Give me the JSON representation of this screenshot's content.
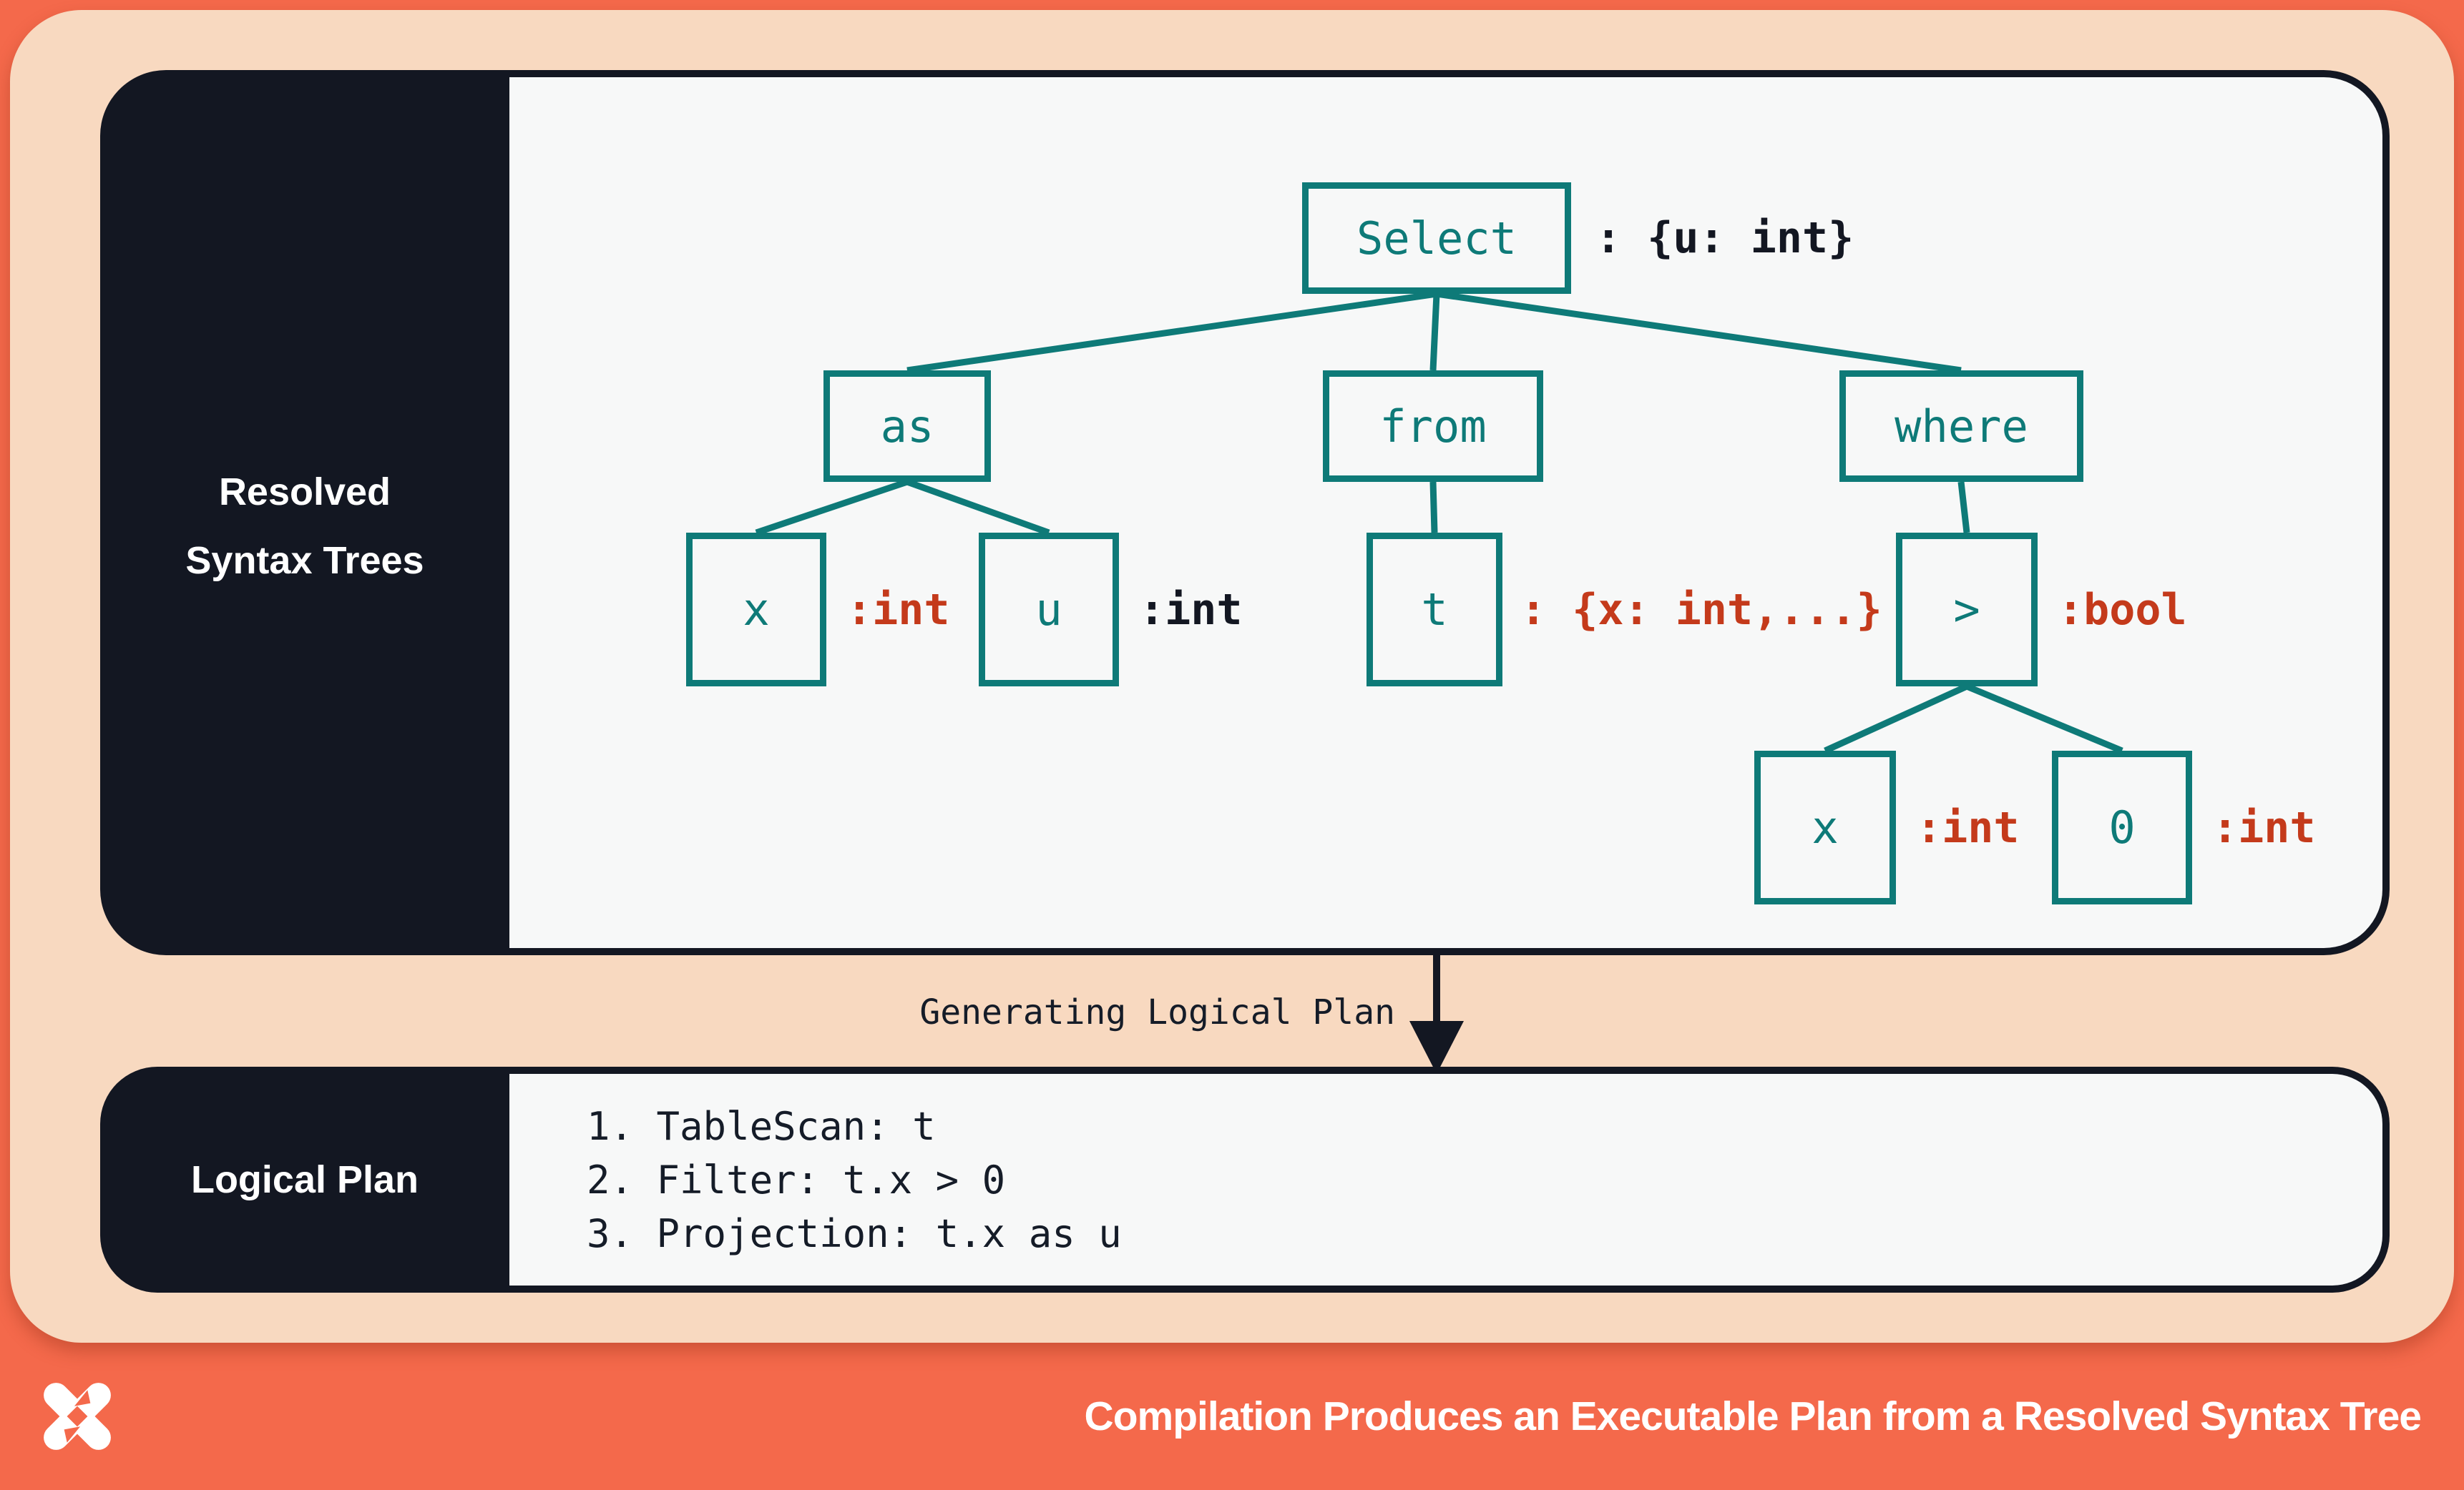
{
  "colors": {
    "background_orange": "#f4694b",
    "panel_peach": "#f8d9c0",
    "card_dark": "#131722",
    "card_body_white": "#f7f8f8",
    "node_teal": "#0e7a78",
    "type_red": "#c43a1b",
    "type_dark": "#131722"
  },
  "card1": {
    "label_line1": "Resolved",
    "label_line2": "Syntax Trees"
  },
  "tree": {
    "nodes": [
      {
        "id": "select",
        "label": "Select",
        "type_annotation": ": {u: int}",
        "type_color": "dark"
      },
      {
        "id": "as",
        "label": "as",
        "type_annotation": "",
        "type_color": ""
      },
      {
        "id": "from",
        "label": "from",
        "type_annotation": "",
        "type_color": ""
      },
      {
        "id": "where",
        "label": "where",
        "type_annotation": "",
        "type_color": ""
      },
      {
        "id": "x1",
        "label": "x",
        "type_annotation": ":int",
        "type_color": "red"
      },
      {
        "id": "u1",
        "label": "u",
        "type_annotation": ":int",
        "type_color": "dark"
      },
      {
        "id": "t1",
        "label": "t",
        "type_annotation": ": {x: int,...}",
        "type_color": "red"
      },
      {
        "id": "gt",
        "label": ">",
        "type_annotation": ":bool",
        "type_color": "red"
      },
      {
        "id": "x2",
        "label": "x",
        "type_annotation": ":int",
        "type_color": "red"
      },
      {
        "id": "zero",
        "label": "0",
        "type_annotation": ":int",
        "type_color": "red"
      }
    ],
    "edges": [
      [
        "Select",
        "as"
      ],
      [
        "Select",
        "from"
      ],
      [
        "Select",
        "where"
      ],
      [
        "as",
        "x"
      ],
      [
        "as",
        "u"
      ],
      [
        "from",
        "t"
      ],
      [
        "where",
        ">"
      ],
      [
        ">",
        "x"
      ],
      [
        ">",
        "0"
      ]
    ]
  },
  "arrow": {
    "label": "Generating Logical Plan"
  },
  "card2": {
    "label": "Logical Plan",
    "lines": [
      "1. TableScan: t",
      "2. Filter: t.x > 0",
      "3. Projection: t.x as u"
    ]
  },
  "footer": {
    "logo": "dolt-pinwheel-logo",
    "title": "Compilation Produces an Executable Plan from a Resolved Syntax Tree"
  }
}
